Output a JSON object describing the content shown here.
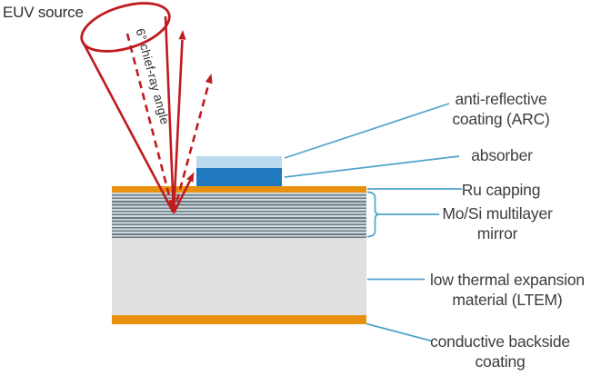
{
  "colors": {
    "background": "#ffffff",
    "red": "#c01b1e",
    "blue_line": "#4fa3cb",
    "orange": "#e8910e",
    "arc_fill": "#bad8ee",
    "absorber_fill": "#2078be",
    "mirror_dark": "#6f7c85",
    "mirror_light": "#cedade",
    "ltem_fill": "#e0e0e0",
    "text": "#3d3d3d"
  },
  "labels": {
    "source": "EUV source",
    "angle": "6° chief-ray angle",
    "arc": "anti-reflective\ncoating (ARC)",
    "absorber": "absorber",
    "ru_capping": "Ru capping",
    "multilayer": "Mo/Si multilayer\nmirror",
    "ltem": "low thermal expansion\nmaterial (LTEM)",
    "backside": "conductive backside\ncoating"
  }
}
